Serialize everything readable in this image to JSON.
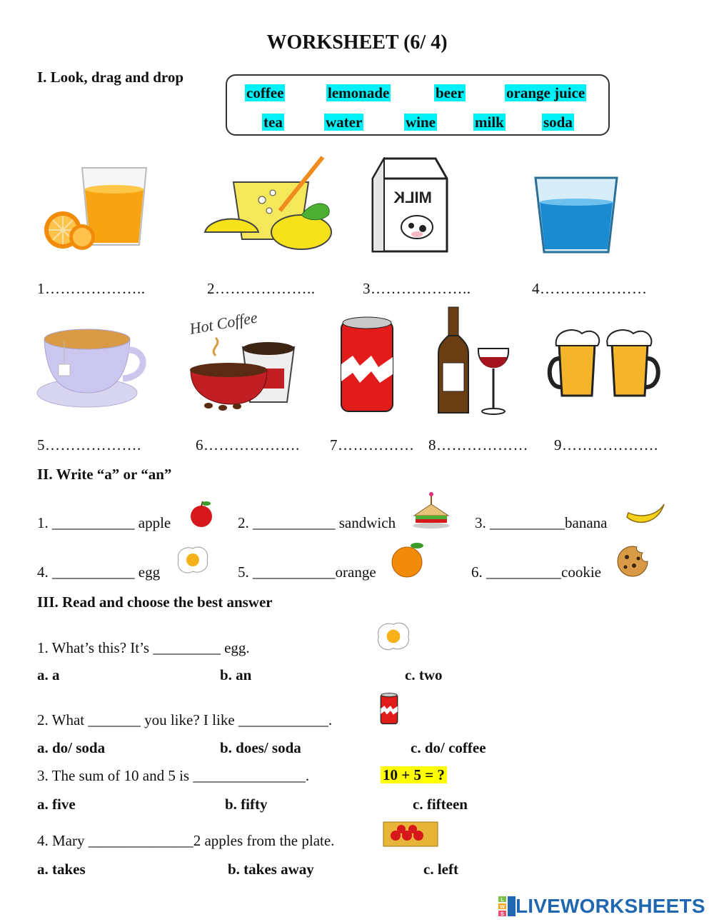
{
  "title": "WORKSHEET (6/ 4)",
  "section1": {
    "heading": "I. Look, drag and drop",
    "words": [
      "coffee",
      "lemonade",
      "beer",
      "orange juice",
      "tea",
      "water",
      "wine",
      "milk",
      "soda"
    ],
    "pictures": [
      "orange-juice-glass",
      "lemonade-glass",
      "milk-carton",
      "water-glass",
      "tea-cup",
      "hot-coffee",
      "soda-can",
      "wine-bottle-glass",
      "beer-mugs"
    ],
    "milk_carton_text": "MILK",
    "coffee_cup_text": "Hot Coffee",
    "blanks": [
      "1………………..",
      "2………………..",
      "3………………..",
      "4…………………",
      "5……………….",
      "6……………….",
      "7……………",
      "8………………",
      "9………………."
    ]
  },
  "section2": {
    "heading": "II. Write “a” or “an”",
    "items": [
      {
        "num": "1.",
        "blank": "___________",
        "word": " apple",
        "icon": "apple-icon"
      },
      {
        "num": "2.",
        "blank": "___________",
        "word": " sandwich",
        "icon": "sandwich-icon"
      },
      {
        "num": "3.",
        "blank": "__________",
        "word": "banana",
        "icon": "banana-icon"
      },
      {
        "num": "4.",
        "blank": "___________",
        "word": " egg",
        "icon": "egg-icon"
      },
      {
        "num": "5.",
        "blank": "___________",
        "word": "orange",
        "icon": "orange-icon"
      },
      {
        "num": "6.",
        "blank": "__________",
        "word": "cookie",
        "icon": "cookie-icon"
      }
    ]
  },
  "section3": {
    "heading": "III. Read and choose the best answer",
    "questions": [
      {
        "text": "1. What’s this? It’s _________ egg.",
        "options": [
          "a. a",
          "b. an",
          "c. two"
        ]
      },
      {
        "text": "2. What _______ you like? I like ____________.",
        "options": [
          "a. do/ soda",
          "b. does/ soda",
          "c. do/ coffee"
        ]
      },
      {
        "text": "3. The sum of 10 and 5 is _______________.",
        "options": [
          "a. five",
          "b. fifty",
          "c. fifteen"
        ],
        "hint": "10 + 5 = ?"
      },
      {
        "text": "4. Mary ______________2 apples from the plate.",
        "options": [
          "a. takes",
          "b. takes away",
          "c. left"
        ]
      }
    ]
  },
  "logo": {
    "text": "LIVEWORKSHEETS",
    "mark_letters": [
      "L",
      "W",
      "S"
    ]
  },
  "colors": {
    "word_highlight": "#00f0f8",
    "hint_highlight": "#ffff00",
    "logo_blue": "#1f67b0"
  }
}
